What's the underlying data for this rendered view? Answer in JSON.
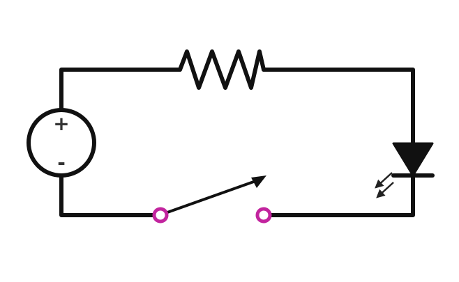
{
  "diagram": {
    "type": "circuit-schematic",
    "components": [
      {
        "id": "voltage-source",
        "kind": "dc-voltage-source",
        "positive_label": "+",
        "negative_label": "-"
      },
      {
        "id": "resistor",
        "kind": "resistor"
      },
      {
        "id": "led",
        "kind": "light-emitting-diode"
      },
      {
        "id": "switch",
        "kind": "spst-switch-open"
      }
    ],
    "colors": {
      "wire": "#111111",
      "terminal": "#c2249e",
      "polarity_text": "#333333",
      "background": "#ffffff"
    },
    "icons": [
      "voltage-source-icon",
      "resistor-icon",
      "led-icon",
      "switch-icon",
      "light-emission-arrows-icon"
    ]
  }
}
